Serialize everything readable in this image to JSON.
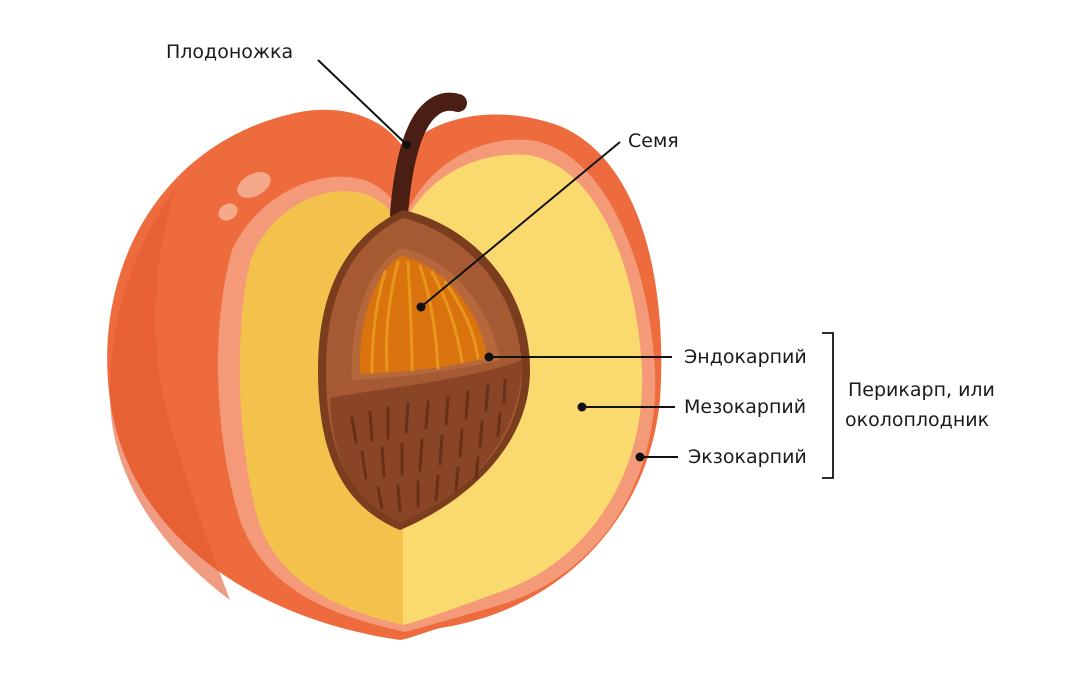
{
  "labels": {
    "peduncle": "Плодоножка",
    "seed": "Семя",
    "endocarp": "Эндокарпий",
    "mesocarp": "Мезокарпий",
    "exocarp": "Экзокарпий",
    "pericarp_line1": "Перикарп, или",
    "pericarp_line2": "околоплодник"
  },
  "colors": {
    "skin": "#EE6B3D",
    "skin_inner_edge": "#F49A78",
    "flesh_light": "#FAD96E",
    "flesh_shadow": "#F2C24C",
    "pit_outer": "#7A3E1F",
    "pit_inner": "#A65A34",
    "seed": "#D9730E",
    "seed_light": "#E8951F",
    "stem": "#4A1E12"
  }
}
